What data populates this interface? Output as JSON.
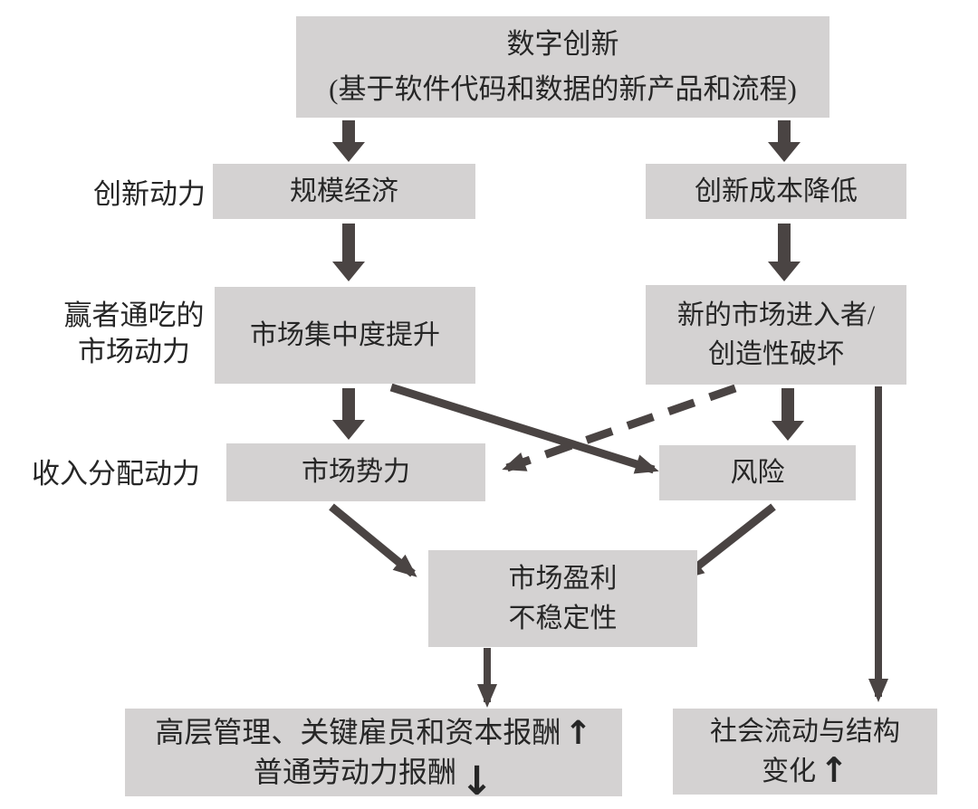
{
  "diagram": {
    "title_box": {
      "line1": "数字创新",
      "line2": "(基于软件代码和数据的新产品和流程)"
    },
    "row_labels": [
      {
        "id": "innovation-drivers",
        "lines": [
          "创新动力"
        ]
      },
      {
        "id": "winner-take-all",
        "lines": [
          "赢者通吃的",
          "市场动力"
        ]
      },
      {
        "id": "income-distribution",
        "lines": [
          "收入分配动力"
        ]
      }
    ],
    "boxes": {
      "scale_economy": "规模经济",
      "innovation_cost": "创新成本降低",
      "market_concentration": "市场集中度提升",
      "new_entrants_line1": "新的市场进入者/",
      "new_entrants_line2": "创造性破坏",
      "market_power": "市场势力",
      "risk": "风险",
      "profit_line1": "市场盈利",
      "profit_line2": "不稳定性",
      "returns_line1": "高层管理、关键雇员和资本报酬",
      "returns_line1_arrow": "↑",
      "returns_line2": "普通劳动力报酬",
      "returns_line2_arrow": "↓",
      "social_line1": "社会流动与结构",
      "social_line2": "变化",
      "social_arrow": "↑"
    },
    "colors": {
      "box_fill": "#d4d2d2",
      "arrow": "#4a4443",
      "text": "#262626",
      "background": "#ffffff"
    }
  }
}
